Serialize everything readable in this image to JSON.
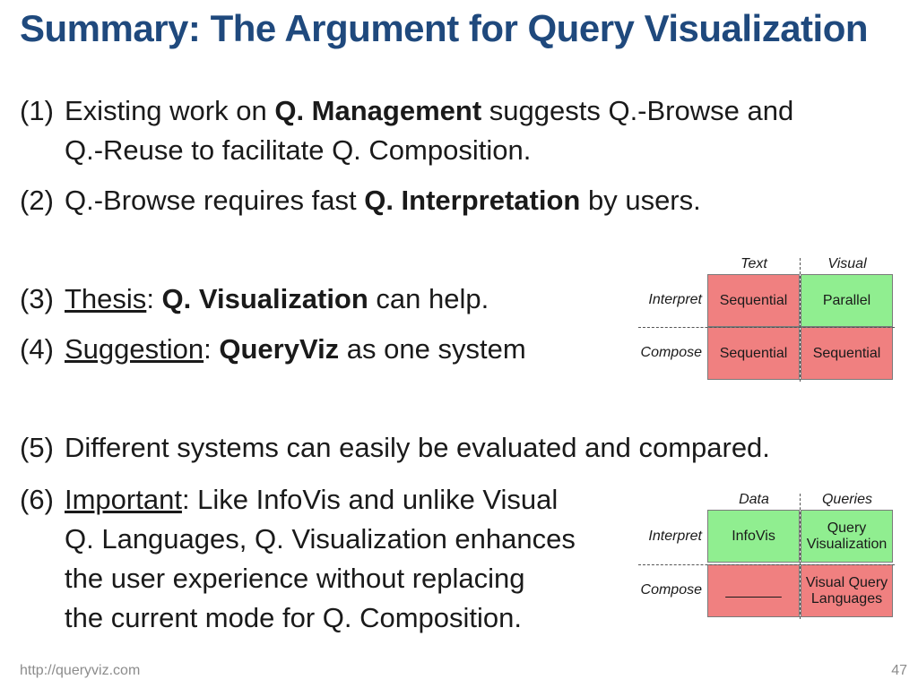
{
  "title": "Summary: The Argument for Query Visualization",
  "items": {
    "i1": {
      "num": "(1)",
      "a": "Existing work on ",
      "b": "Q. Management",
      "c": " suggests Q.-Browse and",
      "line2": "Q.-Reuse to facilitate Q. Composition."
    },
    "i2": {
      "num": "(2)",
      "a": "Q.-Browse requires fast ",
      "b": "Q. Interpretation",
      "c": " by users."
    },
    "i3": {
      "num": "(3)",
      "u": "Thesis",
      "a": ": ",
      "b": "Q. Visualization",
      "c": " can help."
    },
    "i4": {
      "num": "(4)",
      "u": "Suggestion",
      "a": ": ",
      "b": "QueryViz",
      "c": " as one system"
    },
    "i5": {
      "num": "(5)",
      "a": "Different systems can easily be evaluated and compared."
    },
    "i6": {
      "num": "(6)",
      "u": "Important",
      "a": ": Like InfoVis and unlike Visual",
      "line2": "Q. Languages, Q. Visualization enhances",
      "line3": "the user experience without replacing",
      "line4": "the current mode for Q. Composition."
    }
  },
  "grid1": {
    "col_headers": [
      "Text",
      "Visual"
    ],
    "row_labels": [
      "Interpret",
      "Compose"
    ],
    "cells": [
      "Sequential",
      "Parallel",
      "Sequential",
      "Sequential"
    ]
  },
  "grid2": {
    "col_headers": [
      "Data",
      "Queries"
    ],
    "row_labels": [
      "Interpret",
      "Compose"
    ],
    "cells": [
      "InfoVis",
      "Query\nVisualization",
      "_______",
      "Visual Query\nLanguages"
    ]
  },
  "colors": {
    "red": "#f08080",
    "green": "#90ee90",
    "title": "#1f497d"
  },
  "footer": {
    "url": "http://queryviz.com",
    "page": "47"
  }
}
